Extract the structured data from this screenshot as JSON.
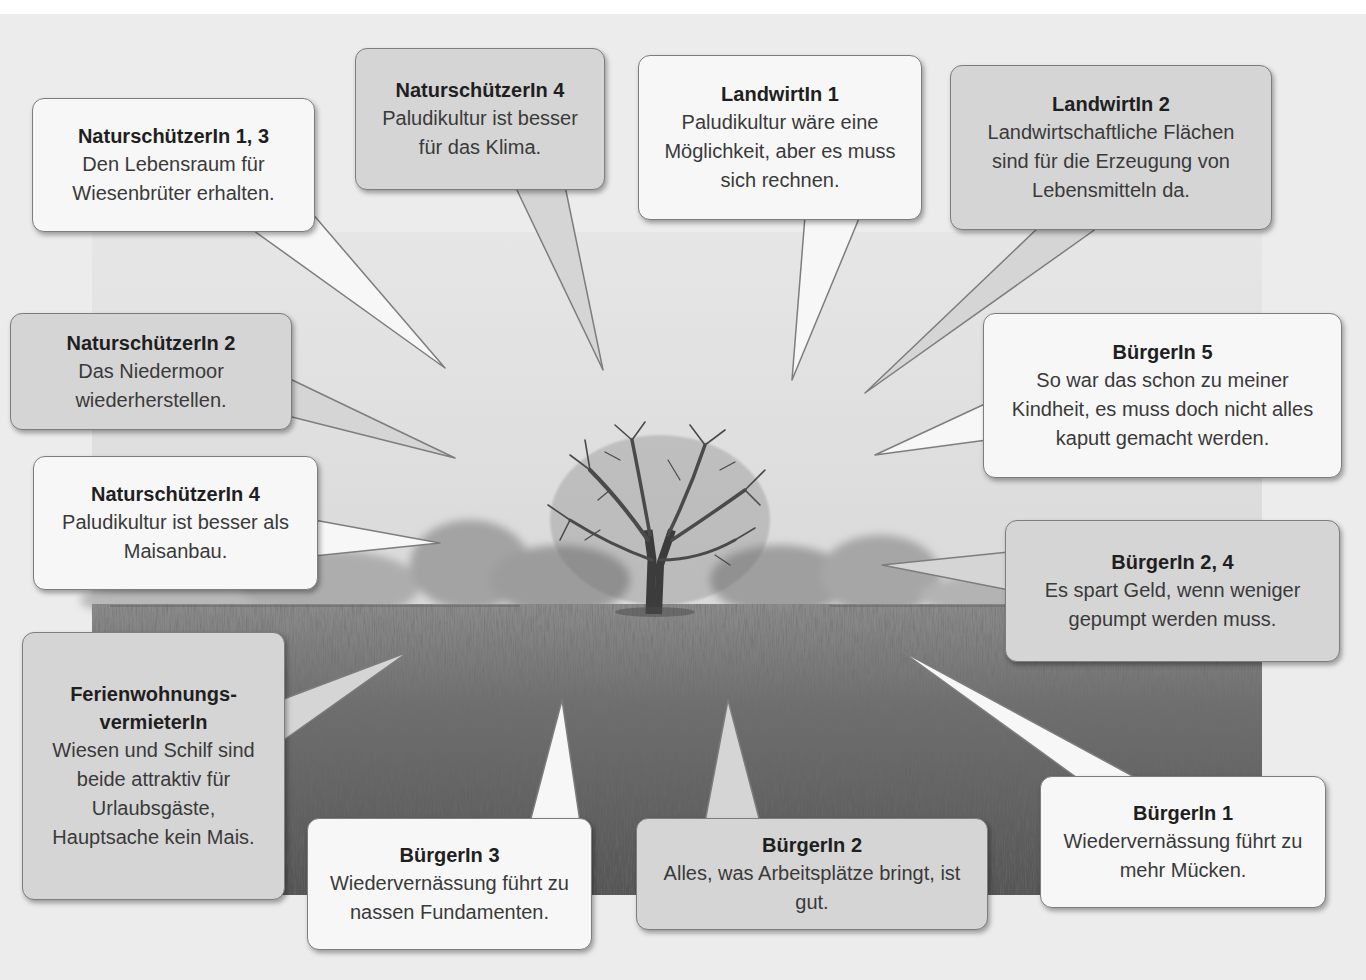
{
  "diagram": {
    "nodes": [
      {
        "text": [
          "NaturschützerIn 1, 3",
          "Den Lebensraum für Wiesenbrüter erhalten."
        ]
      },
      {
        "text": [
          "NaturschützerIn 4",
          "Paludikultur ist besser für das Klima."
        ]
      },
      {
        "text": [
          "LandwirtIn 1",
          "Paludikultur wäre eine Möglichkeit, aber es muss sich rechnen."
        ]
      },
      {
        "text": [
          "LandwirtIn 2",
          "Landwirtschaftliche Flächen sind für die Erzeugung von Lebensmitteln da."
        ]
      },
      {
        "text": [
          "NaturschützerIn 2",
          "Das Niedermoor wiederherstellen."
        ]
      },
      {
        "text": [
          "BürgerIn 5",
          "So war das schon zu meiner Kindheit, es muss doch nicht alles kaputt gemacht werden."
        ]
      },
      {
        "text": [
          "NaturschützerIn 4",
          "Paludikultur ist besser als Maisanbau."
        ]
      },
      {
        "text": [
          "BürgerIn 2, 4",
          "Es spart Geld, wenn weniger gepumpt werden muss."
        ]
      },
      {
        "text": [
          "Ferienwohnungs- vermieterIn",
          "Wiesen und Schilf sind beide attraktiv für Urlaubsgäste, Hauptsache kein Mais."
        ]
      },
      {
        "text": [
          "BürgerIn 3",
          "Wiedervernässung führt zu nassen Fundamenten."
        ]
      },
      {
        "text": [
          "BürgerIn 2",
          "Alles, was Arbeitsplätze bringt, ist gut."
        ]
      },
      {
        "text": [
          "BürgerIn 1",
          "Wiedervernässung führt zu mehr Mücken."
        ]
      }
    ]
  }
}
